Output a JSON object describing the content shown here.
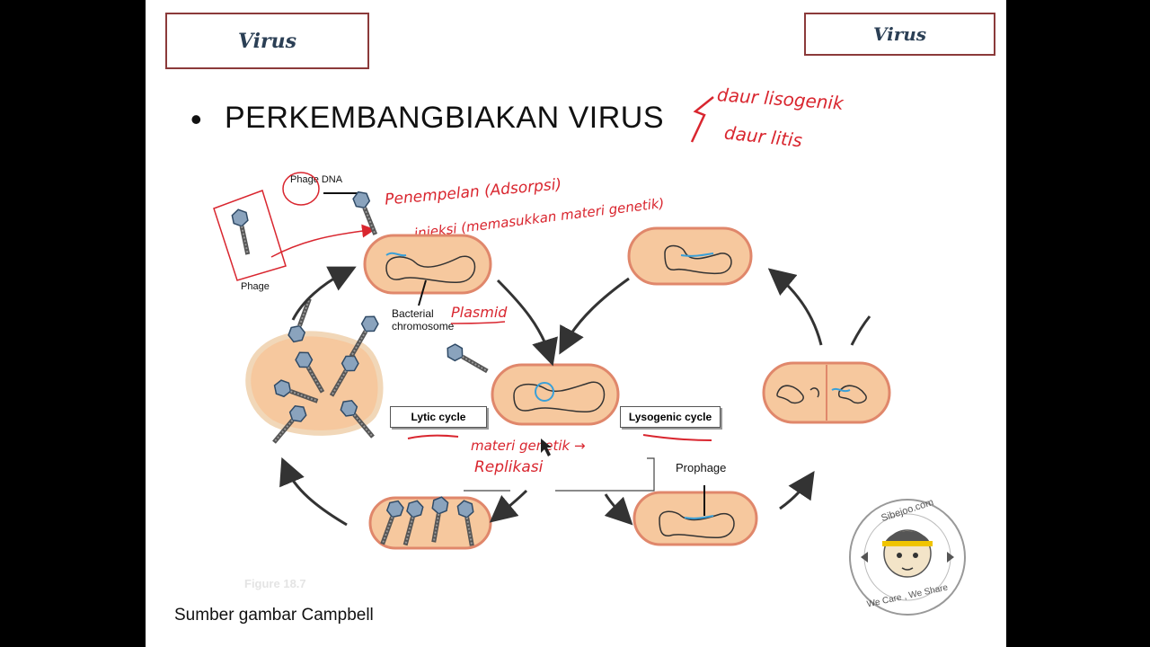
{
  "header": {
    "left_title": "Virus",
    "right_title": "Virus"
  },
  "heading": {
    "bullet": "•",
    "text": "PERKEMBANGBIAKAN VIRUS"
  },
  "annotations": {
    "daur_lisogenik": "daur lisogenik",
    "daur_litis": "daur litis",
    "penempelan": "Penempelan (Adsorpsi)",
    "injeksi": "injeksi (memasukkan materi genetik)",
    "plasmid": "Plasmid",
    "materi_genetik": "materi genetik →",
    "replikasi": "Replikasi"
  },
  "diagram": {
    "phage_dna_label": "Phage DNA",
    "phage_label": "Phage",
    "bacterial_chromosome_label": "Bacterial chromosome",
    "lytic_cycle_label": "Lytic cycle",
    "lysogenic_cycle_label": "Lysogenic cycle",
    "prophage_label": "Prophage",
    "figure_label": "Figure 18.7"
  },
  "footer": {
    "source": "Sumber gambar Campbell"
  },
  "watermark": {
    "top_text": "Sibejoo.com",
    "bottom_text": "We Care , We Share"
  },
  "colors": {
    "cell_fill": "#f6c89e",
    "cell_outline": "#e0876b",
    "annotation_red": "#d9262f",
    "box_border": "#8b3a3a",
    "dna_blue": "#3aa0d8"
  }
}
